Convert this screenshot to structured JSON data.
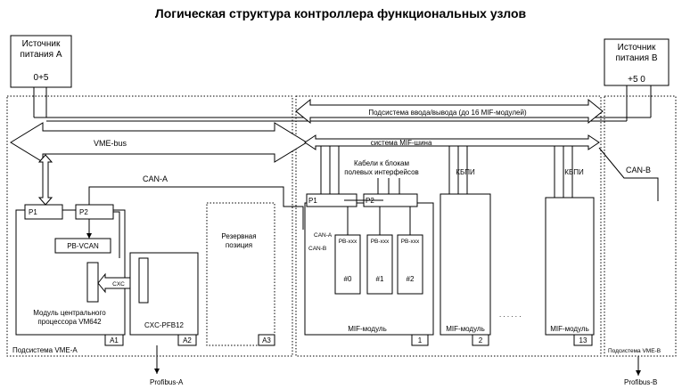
{
  "title": "Логическая структура контроллера функциональных узлов",
  "power_a": {
    "line1": "Источник",
    "line2": "питания А",
    "voltage": "0+5"
  },
  "power_b": {
    "line1": "Источник",
    "line2": "питания В",
    "voltage": "+5 0"
  },
  "vme_bus": "VME-bus",
  "io_subsystem": "Подсистема ввода/вывода (до 16 MIF-модулей)",
  "mif_bus": "система MIF-шина",
  "can_a": "CAN-A",
  "can_b": "CAN-B",
  "can_a_small": "CAN-A",
  "can_b_small": "CAN-B",
  "p1": "P1",
  "p2": "P2",
  "pb_vcan": "PB-VCAN",
  "cxc": "CXC",
  "cpu_module": {
    "line1": "Модуль центрального",
    "line2": "процессора VM642"
  },
  "cxc_pfb": "CXC-PFB12",
  "reserve": {
    "line1": "Резервная",
    "line2": "позиция"
  },
  "a1": "A1",
  "a2": "A2",
  "a3": "A3",
  "subsystem_a": "Подсистема VME-А",
  "subsystem_b": "Подсистема VME-B",
  "profibus_a": "Profibus-A",
  "profibus_b": "Profibus-B",
  "cables": {
    "line1": "Кабели к блокам",
    "line2": "полевых интерфейсов"
  },
  "kbpi": "КБПИ",
  "pb_xxx": "PB-xxx",
  "slot0": "#0",
  "slot1": "#1",
  "slot2": "#2",
  "mif_module": "MIF-модуль",
  "mif_num1": "1",
  "mif_num2": "2",
  "mif_num13": "13",
  "dots": ". . . . . ."
}
